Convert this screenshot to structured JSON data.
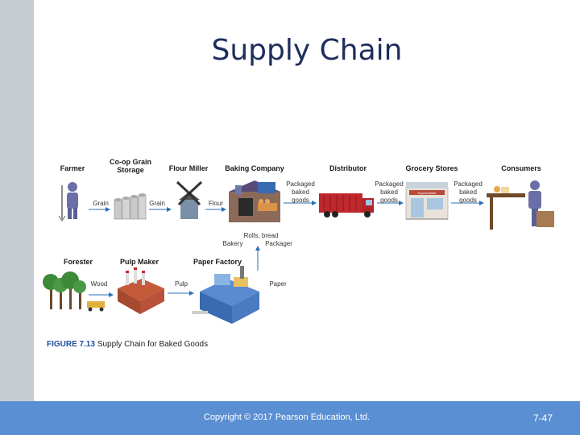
{
  "slide": {
    "title": "Supply Chain",
    "copyright": "Copyright © 2017 Pearson Education, Ltd.",
    "page_number": "7-47"
  },
  "figure": {
    "stages_top": {
      "farmer": "Farmer",
      "coop": "Co-op Grain Storage",
      "miller": "Flour Miller",
      "baking": "Baking Company",
      "distributor": "Distributor",
      "grocery": "Grocery Stores",
      "consumers": "Consumers"
    },
    "stages_bottom": {
      "forester": "Forester",
      "pulp": "Pulp Maker",
      "paper": "Paper Factory"
    },
    "flows": {
      "grain1": "Grain",
      "grain2": "Grain",
      "flour": "Flour",
      "packaged1": "Packaged baked goods",
      "packaged2": "Packaged baked goods",
      "packaged3": "Packaged baked goods",
      "rolls": "Rolls, bread",
      "bakery": "Bakery",
      "packager": "Packager",
      "wood": "Wood",
      "pulp": "Pulp",
      "paper": "Paper"
    },
    "store_sign": "Supermarket",
    "caption_label": "FIGURE 7.13",
    "caption_text": "Supply Chain for Baked Goods"
  }
}
